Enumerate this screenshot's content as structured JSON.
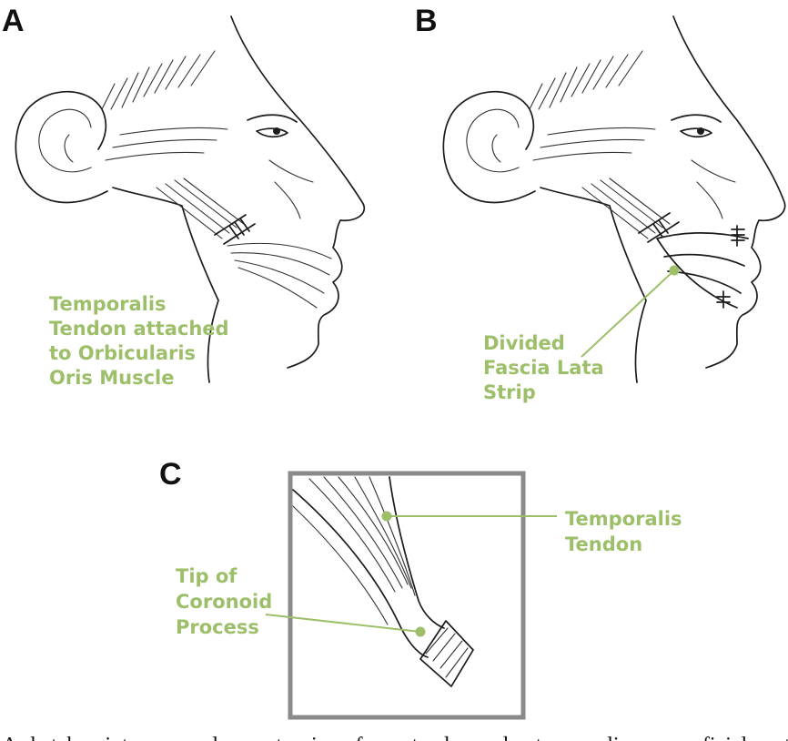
{
  "panels": {
    "a": {
      "letter": "A",
      "label_lines": [
        "Temporalis",
        "Tendon attached",
        "to Orbicularis",
        "Oris Muscle"
      ]
    },
    "b": {
      "letter": "B",
      "label_lines": [
        "Divided",
        "Fascia Lata",
        "Strip"
      ]
    },
    "c": {
      "letter": "C",
      "tendon_label_lines": [
        "Temporalis",
        "Tendon"
      ],
      "coronoid_label_lines": [
        "Tip of",
        "Coronoid",
        "Process"
      ]
    }
  },
  "caption_fragment": "A sketch… into… muscle… extension of… …tendon and… temporalis… superficial… at right (fold… in …(A)",
  "colors": {
    "label_green": "#9dbf6a",
    "ink": "#1c1c1c",
    "frame_gray": "#8a8a8a"
  }
}
